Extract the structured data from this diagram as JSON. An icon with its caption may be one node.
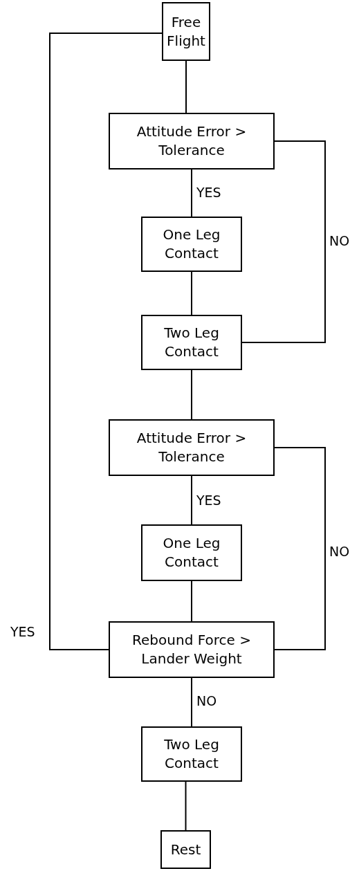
{
  "diagram": {
    "nodes": [
      {
        "text": [
          "Free Flight"
        ]
      },
      {
        "text": [
          "Attitude Error > Tolerance"
        ]
      },
      {
        "text": [
          "One Leg Contact"
        ]
      },
      {
        "text": [
          "Two Leg Contact"
        ]
      },
      {
        "text": [
          "Attitude Error > Tolerance"
        ]
      },
      {
        "text": [
          "One Leg Contact"
        ]
      },
      {
        "text": [
          "Rebound Force > Lander Weight"
        ]
      },
      {
        "text": [
          "Two Leg Contact"
        ]
      },
      {
        "text": [
          "Rest"
        ]
      }
    ],
    "edges": [
      {
        "from": 0,
        "to": 1,
        "arrow": "none"
      },
      {
        "from": 1,
        "to": 2,
        "arrow": "none",
        "label": "YES"
      },
      {
        "from": 2,
        "to": 3,
        "arrow": "none"
      },
      {
        "from": 1,
        "to": 3,
        "arrow": "none",
        "label": "NO"
      },
      {
        "from": 3,
        "to": 4,
        "arrow": "none"
      },
      {
        "from": 4,
        "to": 5,
        "arrow": "none",
        "label": "YES"
      },
      {
        "from": 5,
        "to": 6,
        "arrow": "none"
      },
      {
        "from": 4,
        "to": 6,
        "arrow": "none",
        "label": "NO"
      },
      {
        "from": 6,
        "to": 7,
        "arrow": "none",
        "label": "NO"
      },
      {
        "from": 7,
        "to": 8,
        "arrow": "none"
      },
      {
        "from": 6,
        "to": 0,
        "arrow": "none",
        "label": "YES"
      }
    ]
  }
}
